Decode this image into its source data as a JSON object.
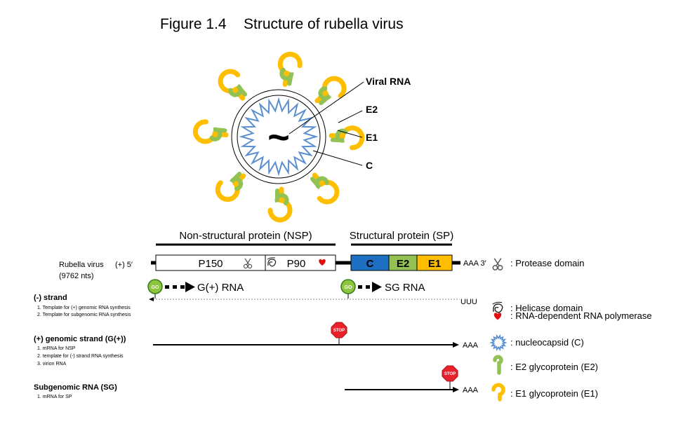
{
  "title": {
    "figure_label": "Figure 1.4",
    "text": "Structure of rubella virus"
  },
  "virion_labels": {
    "viral_rna": "Viral RNA",
    "e2": "E2",
    "e1": "E1",
    "c": "C",
    "rna_symbol": "~"
  },
  "genome": {
    "nsp_header": "Non-structural protein (NSP)",
    "sp_header": "Structural protein (SP)",
    "virus_name": "Rubella virus",
    "virus_strand": "(+) 5′",
    "virus_length": "(9762 nts)",
    "p150": "P150",
    "p90": "P90",
    "c": "C",
    "e2": "E2",
    "e1": "E1",
    "tail": "AAA  3′"
  },
  "rna_rows": {
    "go_label": "GO",
    "stop_label": "STOP",
    "g_rna": "G(+) RNA",
    "sg_rna": "SG RNA",
    "uuu": "UUU",
    "aaa": "AAA",
    "minus_strand": {
      "title": "(-) strand",
      "notes": [
        "1. Template for (+) genomic RNA synthesis",
        "2. Template for subgenomic RNA synthesis"
      ]
    },
    "plus_strand": {
      "title": "(+) genomic strand (G(+))",
      "notes": [
        "1. mRNA for NSP",
        "2. template for (-) strand RNA synthesis",
        "3. virion RNA"
      ]
    },
    "subgenomic": {
      "title": "Subgenomic RNA (SG)",
      "notes": [
        "1. mRNA for SP"
      ]
    }
  },
  "legend": {
    "protease": ": Protease domain",
    "helicase": ": Helicase domain",
    "rdrp": ": RNA-dependent RNA polymerase",
    "nucleocapsid": ": nucleocapsid (C)",
    "e2": ": E2 glycoprotein (E2)",
    "e1": ": E1 glycoprotein (E1)"
  },
  "colors": {
    "capsid_blue": "#5b8fd0",
    "e2_green": "#92c254",
    "e1_orange": "#ffbe00",
    "c_domain_blue": "#1d6fc2",
    "heart_red": "#e01010",
    "go_green": "#8cc63f",
    "stop_red": "#e8212a"
  }
}
